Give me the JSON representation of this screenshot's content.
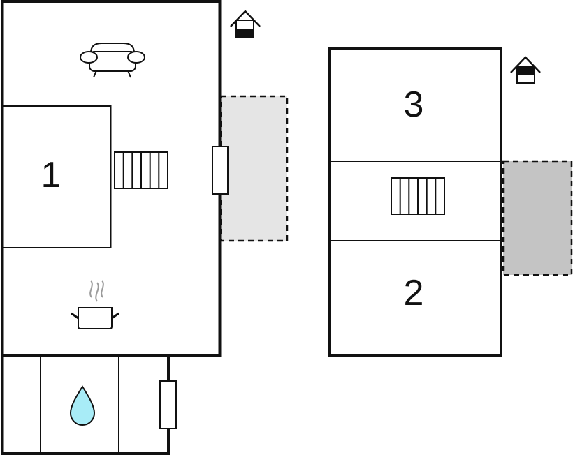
{
  "floorplan": {
    "room_labels": [
      "1",
      "3",
      "2"
    ],
    "icons": {
      "house_floor_1": "house-ground-floor-icon",
      "house_floor_2": "house-upper-floor-icon",
      "sofa": "sofa-icon",
      "stairs": "stairs-icon",
      "kitchen": "cooking-pot-icon",
      "bathroom": "water-drop-icon",
      "door": "door-icon"
    },
    "colors": {
      "wall": "#111111",
      "terrace_light": "#e5e5e5",
      "terrace_dark": "#c4c4c4",
      "water": "#a8ecf7",
      "steam": "#9a9a9a"
    }
  }
}
